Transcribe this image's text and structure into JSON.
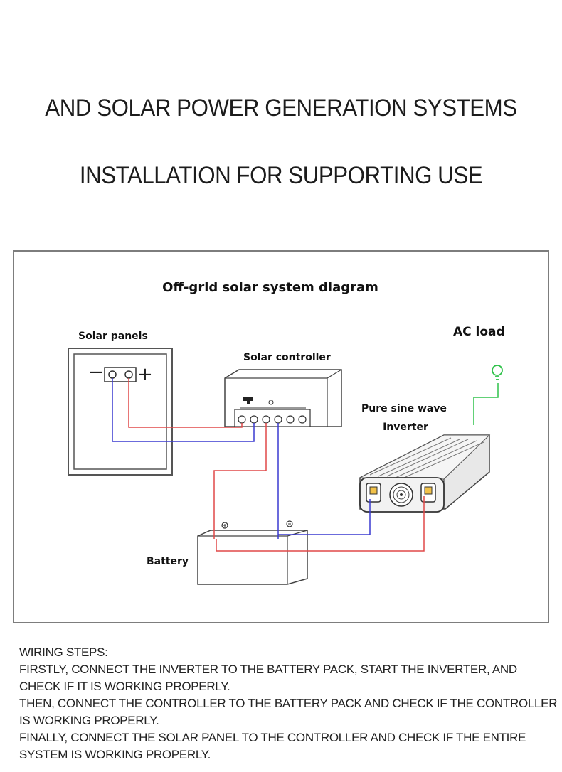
{
  "heading": {
    "line1": "AND SOLAR POWER GENERATION SYSTEMS",
    "line2": "INSTALLATION FOR SUPPORTING USE"
  },
  "diagram": {
    "title": "Off-grid solar system diagram",
    "labels": {
      "solar_panels": "Solar panels",
      "solar_controller": "Solar controller",
      "ac_load": "AC load",
      "inverter_line1": "Pure sine wave",
      "inverter_line2": "Inverter",
      "battery": "Battery"
    },
    "panel_minus": "−",
    "panel_plus": "+",
    "wire_colors": {
      "positive": "#e04848",
      "negative": "#3a3ad0",
      "ac": "#2fc24a"
    }
  },
  "wiring": {
    "heading": "WIRING STEPS:",
    "steps": [
      "FIRSTLY, CONNECT THE INVERTER TO THE BATTERY PACK, START THE INVERTER, AND CHECK IF IT IS WORKING PROPERLY.",
      "THEN, CONNECT THE CONTROLLER TO THE BATTERY PACK AND CHECK IF THE CONTROLLER IS WORKING PROPERLY.",
      "FINALLY, CONNECT THE SOLAR PANEL TO THE CONTROLLER AND CHECK IF THE ENTIRE SYSTEM IS WORKING PROPERLY."
    ]
  }
}
